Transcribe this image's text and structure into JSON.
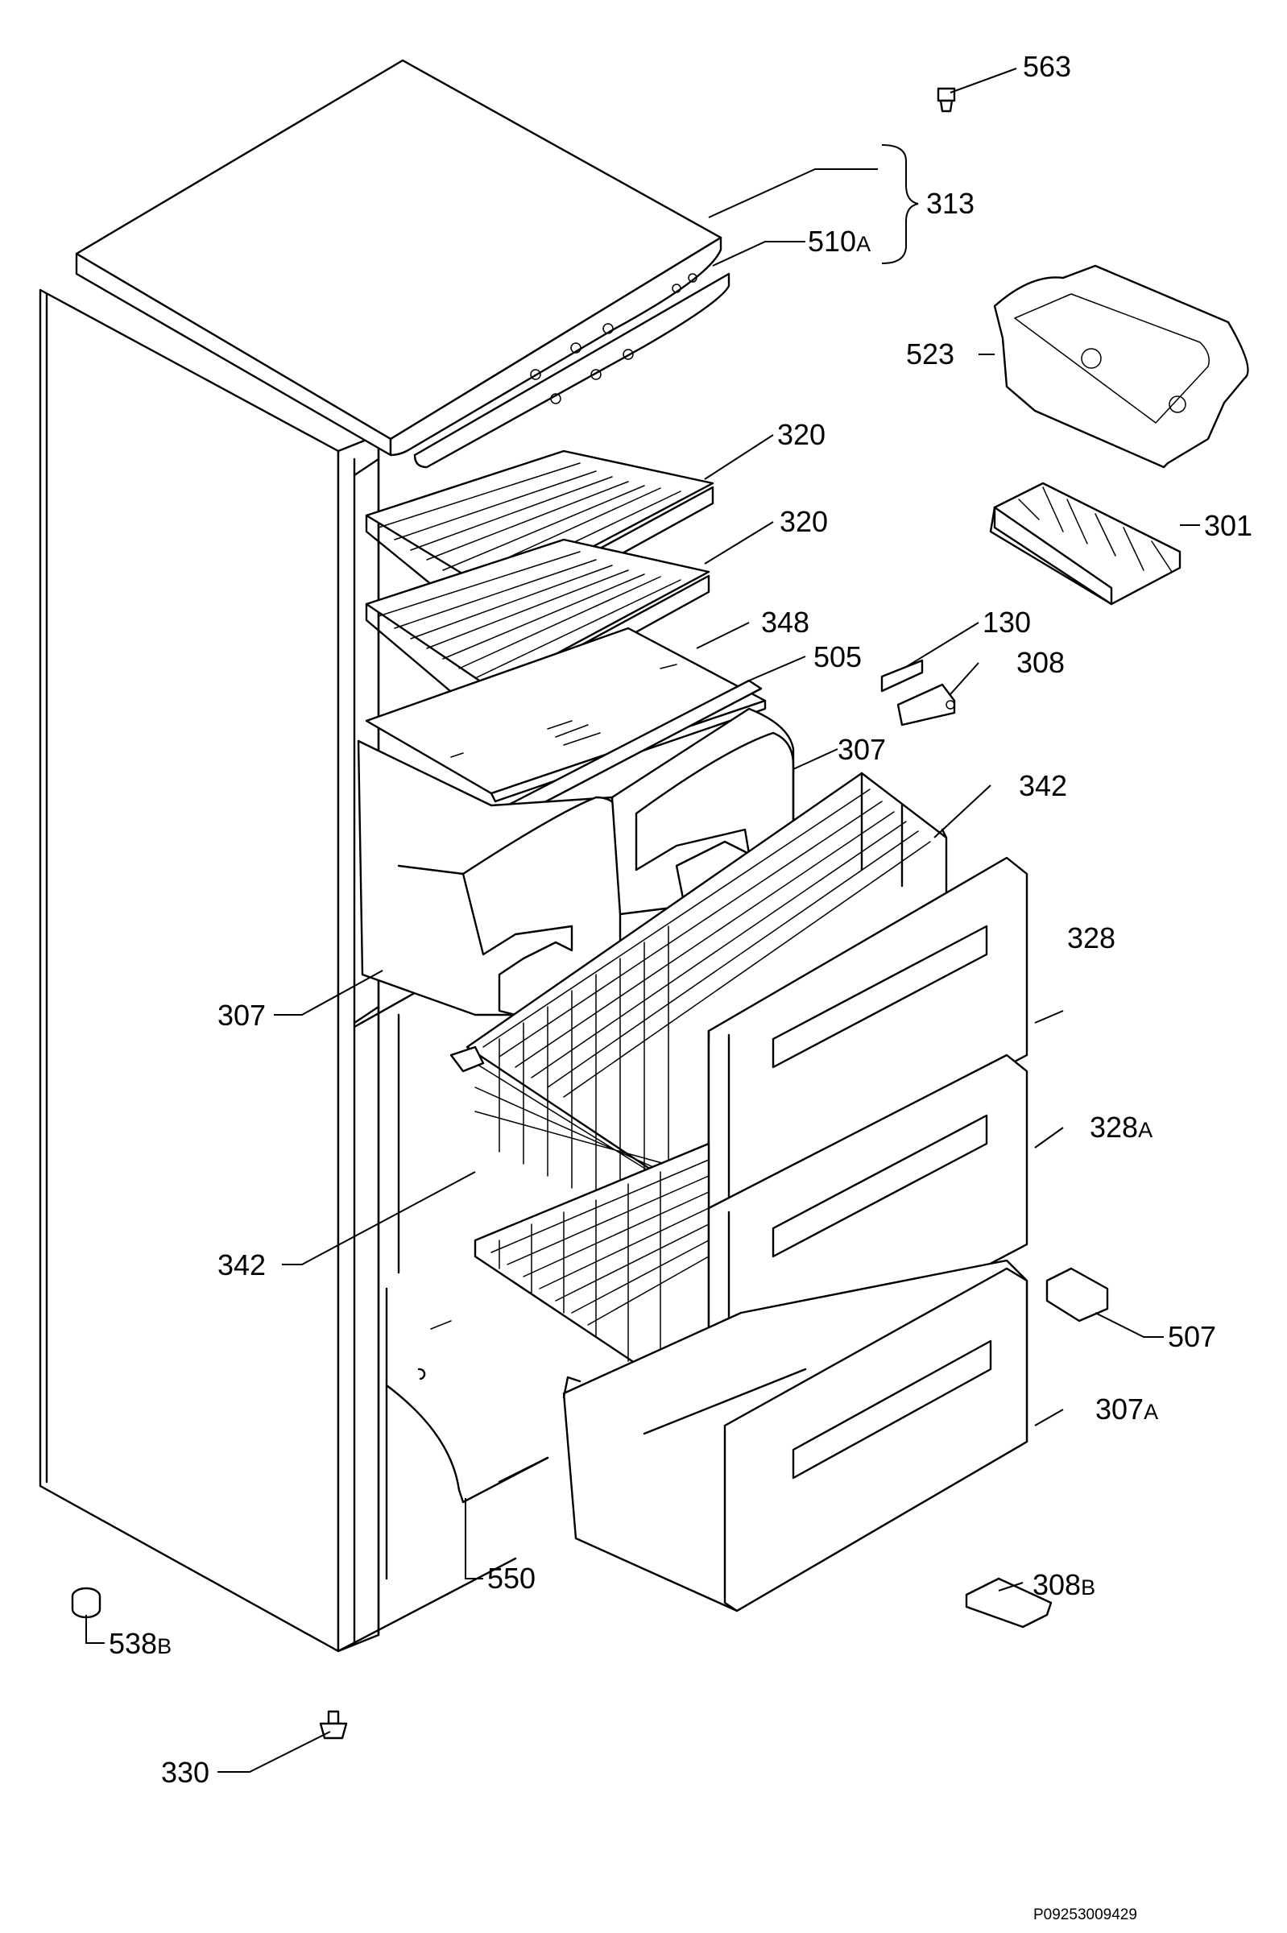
{
  "diagram": {
    "labels": {
      "p563": {
        "num": "563",
        "suffix": ""
      },
      "p313": {
        "num": "313",
        "suffix": ""
      },
      "p510a": {
        "num": "510",
        "suffix": "A"
      },
      "p523": {
        "num": "523",
        "suffix": ""
      },
      "p320a": {
        "num": "320",
        "suffix": ""
      },
      "p320b": {
        "num": "320",
        "suffix": ""
      },
      "p301": {
        "num": "301",
        "suffix": ""
      },
      "p348": {
        "num": "348",
        "suffix": ""
      },
      "p130": {
        "num": "130",
        "suffix": ""
      },
      "p505": {
        "num": "505",
        "suffix": ""
      },
      "p308": {
        "num": "308",
        "suffix": ""
      },
      "p307a": {
        "num": "307",
        "suffix": ""
      },
      "p342a": {
        "num": "342",
        "suffix": ""
      },
      "p328": {
        "num": "328",
        "suffix": ""
      },
      "p307b": {
        "num": "307",
        "suffix": ""
      },
      "p328a": {
        "num": "328",
        "suffix": "A"
      },
      "p342b": {
        "num": "342",
        "suffix": ""
      },
      "p507": {
        "num": "507",
        "suffix": ""
      },
      "p307c": {
        "num": "307",
        "suffix": "A"
      },
      "p550": {
        "num": "550",
        "suffix": ""
      },
      "p308b": {
        "num": "308",
        "suffix": "B"
      },
      "p538b": {
        "num": "538",
        "suffix": "B"
      },
      "p330": {
        "num": "330",
        "suffix": ""
      }
    },
    "drawing_code": "P09253009429"
  }
}
